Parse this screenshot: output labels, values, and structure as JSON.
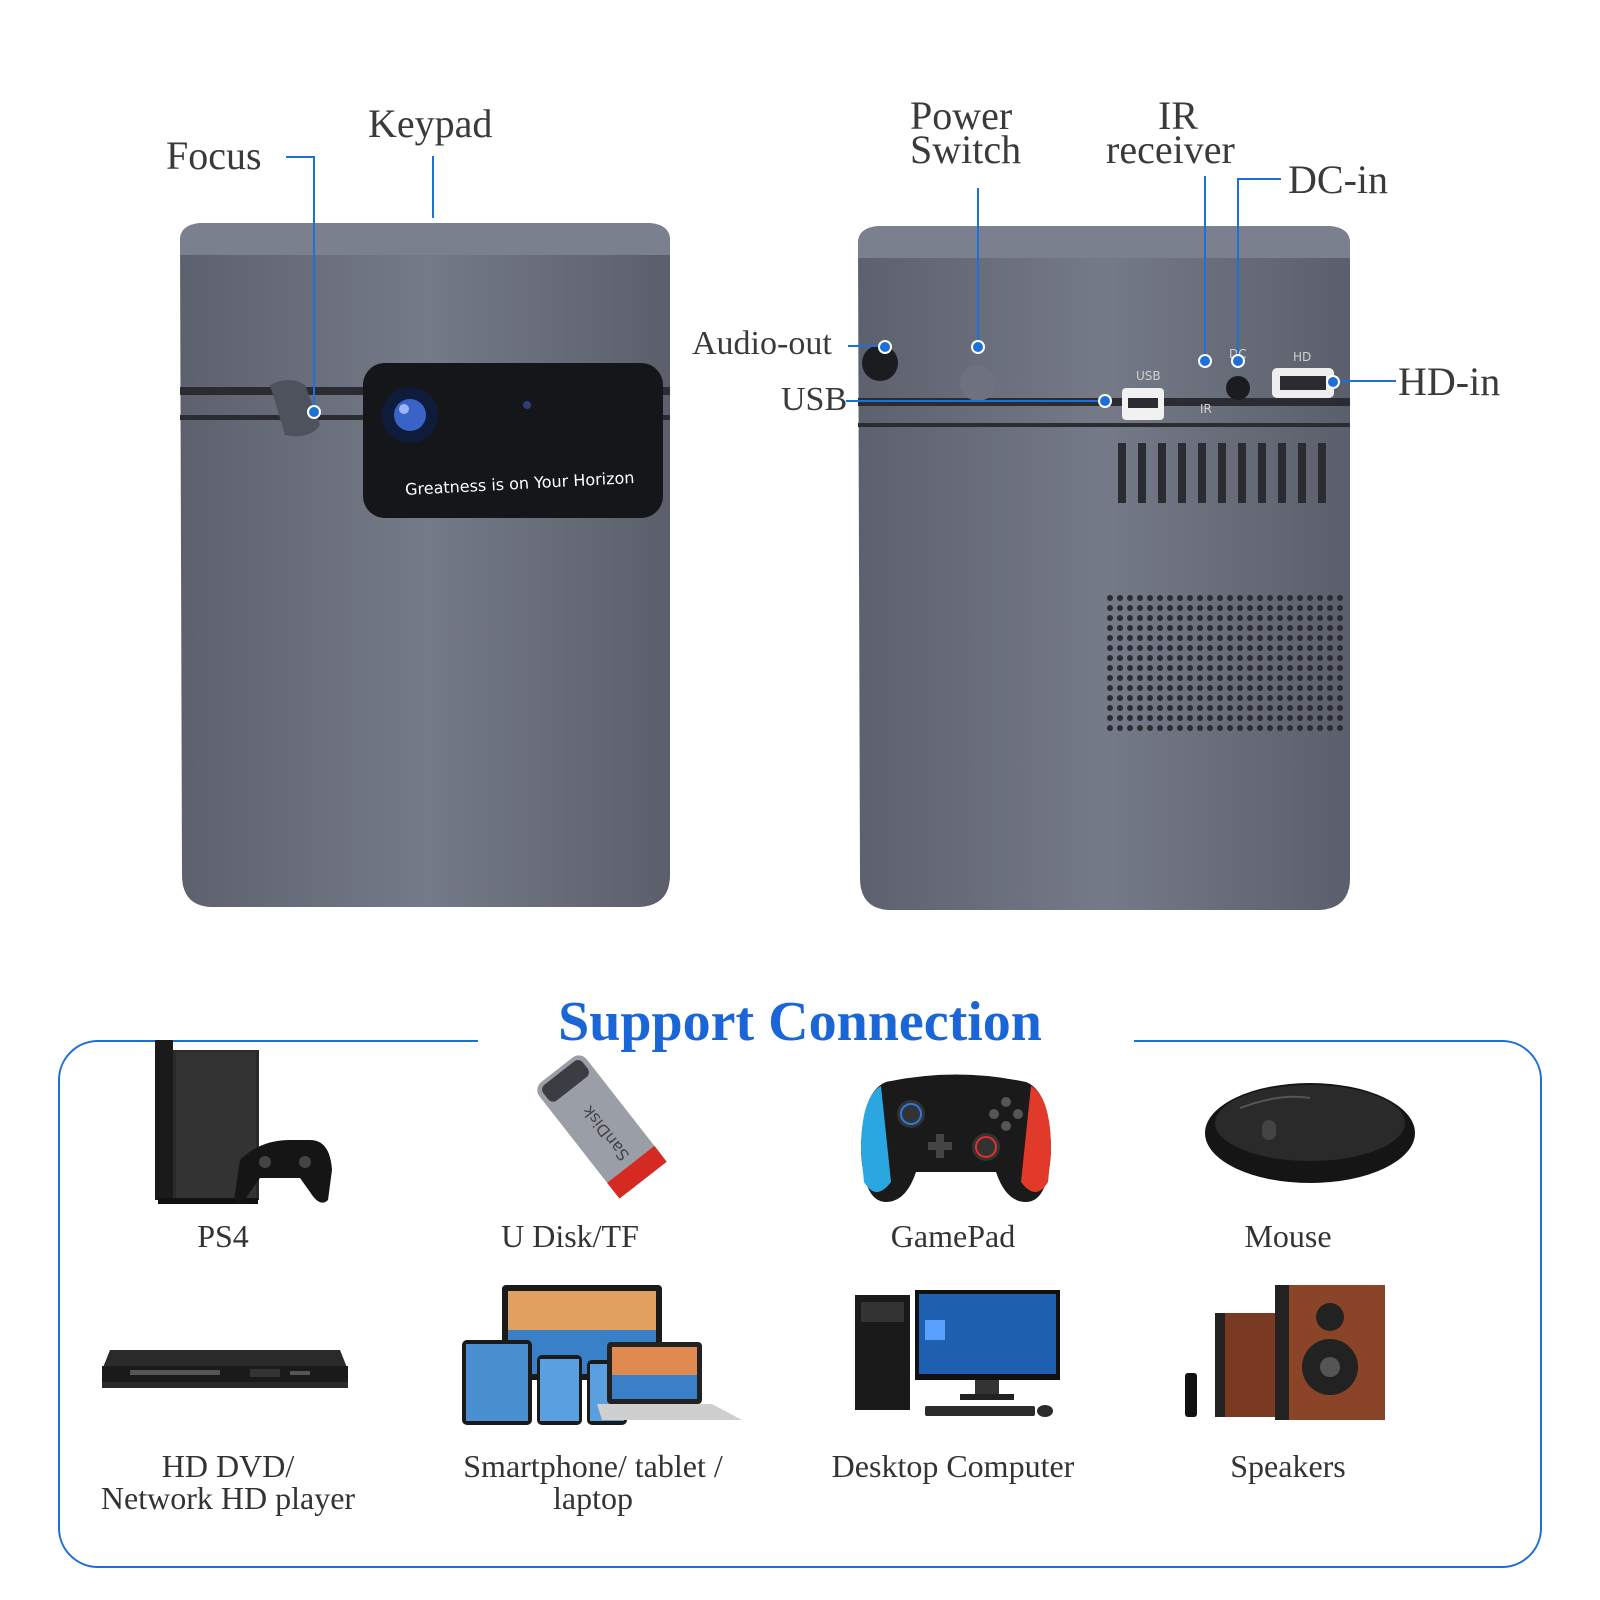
{
  "product_labels": {
    "focus": "Focus",
    "keypad": "Keypad",
    "power_switch_line1": "Power",
    "power_switch_line2": "Switch",
    "ir_line1": "IR",
    "ir_line2": "receiver",
    "dc_in": "DC-in",
    "audio_out": "Audio-out",
    "usb": "USB",
    "hd_in": "HD-in"
  },
  "device_print": {
    "slogan": "Greatness is on Your Horizon",
    "port_usb": "USB",
    "port_ir": "IR",
    "port_dc": "DC",
    "port_hd": "HD"
  },
  "section": {
    "title": "Support Connection"
  },
  "devices": [
    {
      "label": "PS4",
      "icon": "ps4-console-icon"
    },
    {
      "label": "U Disk/TF",
      "icon": "usb-flash-drive-icon",
      "brand": "SanDisk"
    },
    {
      "label": "GamePad",
      "icon": "gamepad-icon"
    },
    {
      "label": "Mouse",
      "icon": "mouse-icon"
    },
    {
      "label_line1": "HD DVD/",
      "label_line2": "Network HD player",
      "icon": "dvd-player-icon"
    },
    {
      "label_line1": "Smartphone/ tablet /",
      "label_line2": "laptop",
      "icon": "mobile-devices-icon"
    },
    {
      "label": "Desktop Computer",
      "icon": "desktop-computer-icon"
    },
    {
      "label": "Speakers",
      "icon": "speakers-icon"
    }
  ],
  "colors": {
    "accent": "#1e6fd8",
    "title": "#1a66d6",
    "device_body": "#6b6f7c",
    "device_dark": "#2b2c31"
  }
}
